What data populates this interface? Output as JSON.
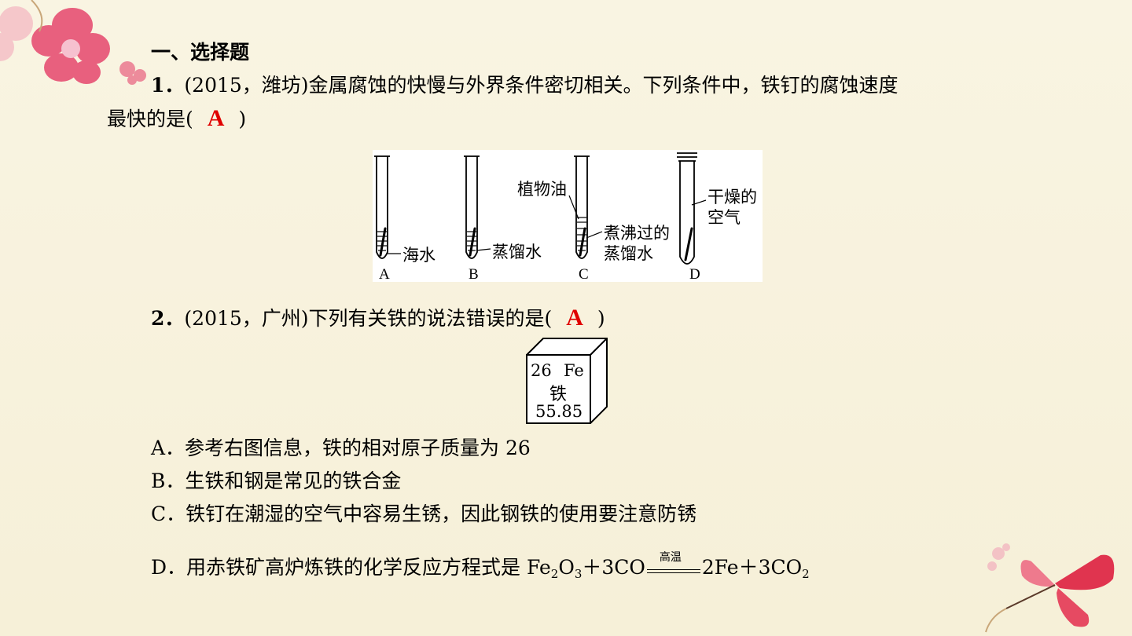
{
  "section_heading": "一、选择题",
  "q1": {
    "number": "1．",
    "source": "(2015，潍坊)",
    "text_line1": "金属腐蚀的快慢与外界条件密切相关。下列条件中，铁钉的腐蚀速度",
    "text_line2_prefix": "最快的是(",
    "answer": "A",
    "text_line2_suffix": ")",
    "figure": {
      "tubes": [
        {
          "letter": "A",
          "note": "海水"
        },
        {
          "letter": "B",
          "note": "蒸馏水"
        },
        {
          "letter": "C",
          "note_top": "植物油",
          "note_bottom_1": "煮沸过的",
          "note_bottom_2": "蒸馏水"
        },
        {
          "letter": "D",
          "note_1": "干燥的",
          "note_2": "空气"
        }
      ]
    }
  },
  "q2": {
    "number": "2．",
    "source": "(2015，广州)",
    "text_prefix": "下列有关铁的说法错误的是(",
    "answer": "A",
    "text_suffix": ")",
    "element": {
      "atomic_number": "26",
      "symbol": "Fe",
      "name": "铁",
      "mass": "55.85"
    },
    "options": {
      "A": "A．参考右图信息，铁的相对原子质量为 26",
      "B": "B．生铁和钢是常见的铁合金",
      "C": "C．铁钉在潮湿的空气中容易生锈，因此钢铁的使用要注意防锈",
      "D_prefix": "D．用赤铁矿高炉炼铁的化学反应方程式是 ",
      "D_fe": "Fe",
      "D_sub2": "2",
      "D_o": "O",
      "D_sub3": "3",
      "D_plus1": "＋3CO",
      "D_condition": "高温",
      "D_products": "2Fe＋3CO",
      "D_sub_co2": "2"
    }
  },
  "colors": {
    "answer": "#e00000",
    "background": "#f8f3df",
    "flower": "#e8607e"
  }
}
